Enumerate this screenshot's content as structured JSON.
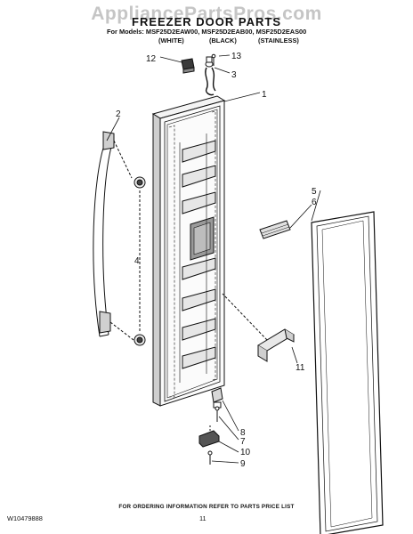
{
  "watermark": "AppliancePartsPros.com",
  "header": {
    "title": "FREEZER DOOR PARTS",
    "models_line": "For Models: MSF25D2EAW00, MSF25D2EAB00, MSF25D2EAS00",
    "finishes": [
      "(WHITE)",
      "(BLACK)",
      "(STAINLESS)"
    ]
  },
  "callouts": [
    "12",
    "13",
    "3",
    "1",
    "2",
    "4",
    "5",
    "6",
    "11",
    "8",
    "7",
    "10",
    "9"
  ],
  "footer": {
    "note": "FOR ORDERING INFORMATION REFER TO PARTS PRICE LIST",
    "doc_number": "W10479888",
    "page_number": "11"
  }
}
